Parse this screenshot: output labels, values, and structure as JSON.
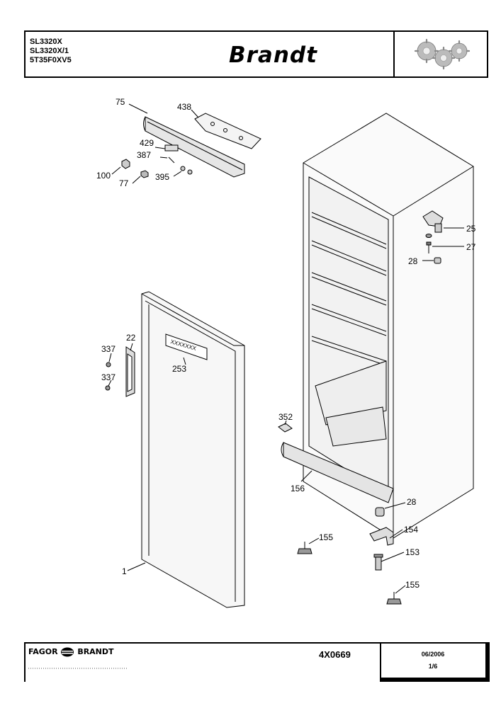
{
  "header": {
    "models": [
      "SL3320X",
      "SL3320X/1",
      "5T35F0XV5"
    ],
    "brand": "Brandt",
    "logo_icon": "gears-logo-icon"
  },
  "parts": {
    "p75": "75",
    "p438": "438",
    "p429": "429",
    "p387": "387",
    "p100": "100",
    "p77": "77",
    "p395": "395",
    "p25": "25",
    "p27": "27",
    "p28a": "28",
    "p22": "22",
    "p337a": "337",
    "p337b": "337",
    "p253": "253",
    "door_plate": "XXXXXXX",
    "p352": "352",
    "p156": "156",
    "p28b": "28",
    "p154": "154",
    "p155a": "155",
    "p153": "153",
    "p155b": "155",
    "p1": "1"
  },
  "footer": {
    "company": "FAGOR",
    "company2": "BRANDT",
    "reference": "4X0669",
    "date": "06/2006",
    "page": "1/6"
  }
}
